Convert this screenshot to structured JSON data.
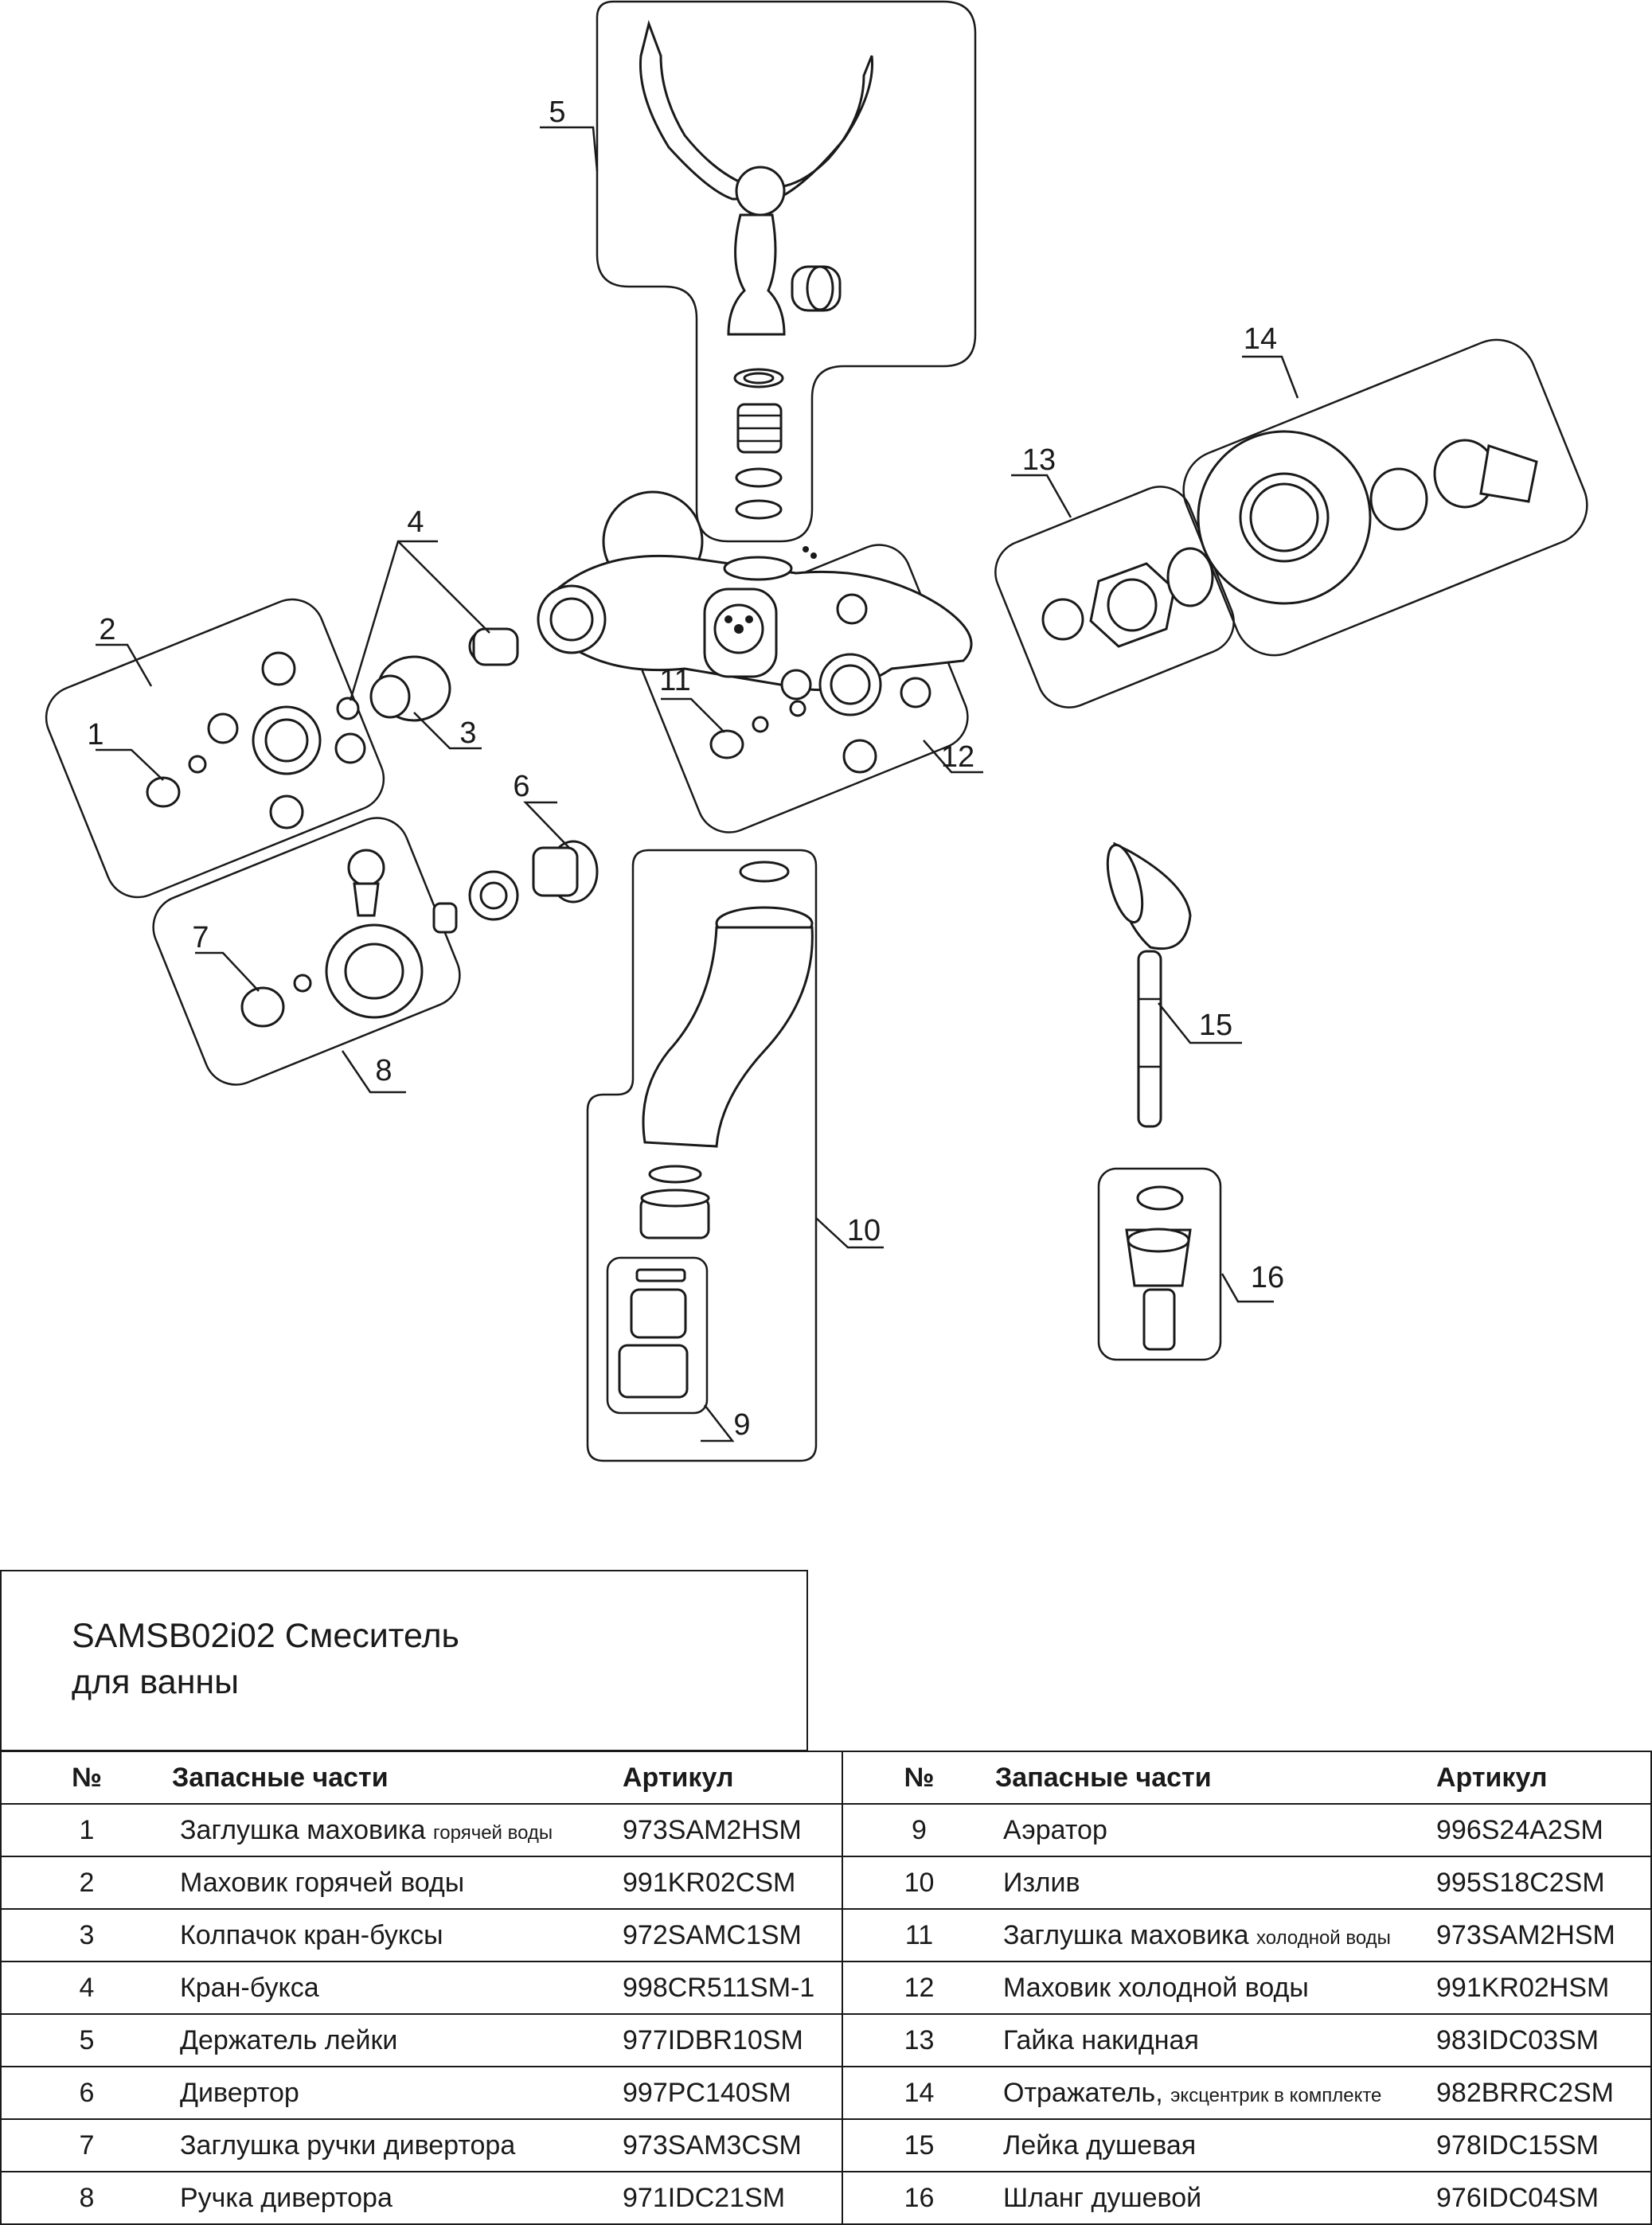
{
  "diagram": {
    "callouts": [
      "1",
      "2",
      "3",
      "4",
      "5",
      "6",
      "7",
      "8",
      "9",
      "10",
      "11",
      "12",
      "13",
      "14",
      "15",
      "16"
    ]
  },
  "title": "SAMSB02i02 Смеситель\nдля ванны",
  "table": {
    "headers": {
      "no": "№",
      "name": "Запасные части",
      "article": "Артикул"
    },
    "left_rows": [
      {
        "no": "1",
        "name": "Заглушка маховика",
        "note": "горячей воды",
        "article": "973SAM2HSM"
      },
      {
        "no": "2",
        "name": "Маховик горячей воды",
        "note": "",
        "article": "991KR02CSM"
      },
      {
        "no": "3",
        "name": "Колпачок кран-буксы",
        "note": "",
        "article": "972SAMC1SM"
      },
      {
        "no": "4",
        "name": "Кран-букса",
        "note": "",
        "article": "998CR511SM-1"
      },
      {
        "no": "5",
        "name": "Держатель лейки",
        "note": "",
        "article": "977IDBR10SM"
      },
      {
        "no": "6",
        "name": "Дивертор",
        "note": "",
        "article": "997PC140SM"
      },
      {
        "no": "7",
        "name": "Заглушка ручки дивертора",
        "note": "",
        "article": "973SAM3CSM"
      },
      {
        "no": "8",
        "name": "Ручка дивертора",
        "note": "",
        "article": "971IDC21SM"
      }
    ],
    "right_rows": [
      {
        "no": "9",
        "name": "Аэратор",
        "note": "",
        "article": "996S24A2SM"
      },
      {
        "no": "10",
        "name": "Излив",
        "note": "",
        "article": "995S18C2SM"
      },
      {
        "no": "11",
        "name": "Заглушка маховика",
        "note": "холодной воды",
        "article": "973SAM2HSM"
      },
      {
        "no": "12",
        "name": "Маховик холодной воды",
        "note": "",
        "article": "991KR02HSM"
      },
      {
        "no": "13",
        "name": "Гайка накидная",
        "note": "",
        "article": "983IDC03SM"
      },
      {
        "no": "14",
        "name": "Отражатель,",
        "note": "эксцентрик в комплекте",
        "article": "982BRRC2SM"
      },
      {
        "no": "15",
        "name": "Лейка душевая",
        "note": "",
        "article": "978IDC15SM"
      },
      {
        "no": "16",
        "name": "Шланг душевой",
        "note": "",
        "article": "976IDC04SM"
      }
    ]
  }
}
